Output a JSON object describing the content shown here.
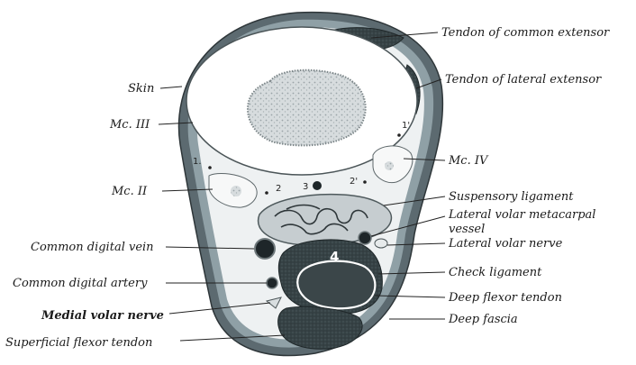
{
  "labels": {
    "tendon_common_extensor": "Tendon of common extensor",
    "tendon_lateral_extensor": "Tendon of lateral extensor",
    "skin": "Skin",
    "mc_iii": "Mc. III",
    "mc_iv": "Mc. IV",
    "mc_ii": "Mc. II",
    "suspensory_ligament": "Suspensory ligament",
    "lateral_volar_metacarpal_vessel_1": "Lateral volar metacarpal",
    "lateral_volar_metacarpal_vessel_2": "vessel",
    "common_digital_vein": "Common digital vein",
    "lateral_volar_nerve": "Lateral volar nerve",
    "common_digital_artery": "Common digital artery",
    "check_ligament": "Check ligament",
    "medial_volar_nerve": "Medial volar nerve",
    "deep_flexor_tendon": "Deep flexor tendon",
    "deep_fascia": "Deep fascia",
    "superficial_flexor_tendon": "Superficial flexor tendon"
  },
  "numbers": {
    "n1": "1.",
    "n1p": "1'",
    "n2": "2",
    "n2p": "2'",
    "n3": "3",
    "n4": "4"
  },
  "colors": {
    "skin": "#5c6a70",
    "dermis": "#8fa0a6",
    "bone_cortex": "#ffffff",
    "marrow": "#c9cfd1",
    "tendon_dark": "#2f3b3e",
    "tendon_mid": "#4a585c",
    "background": "#ffffff"
  }
}
